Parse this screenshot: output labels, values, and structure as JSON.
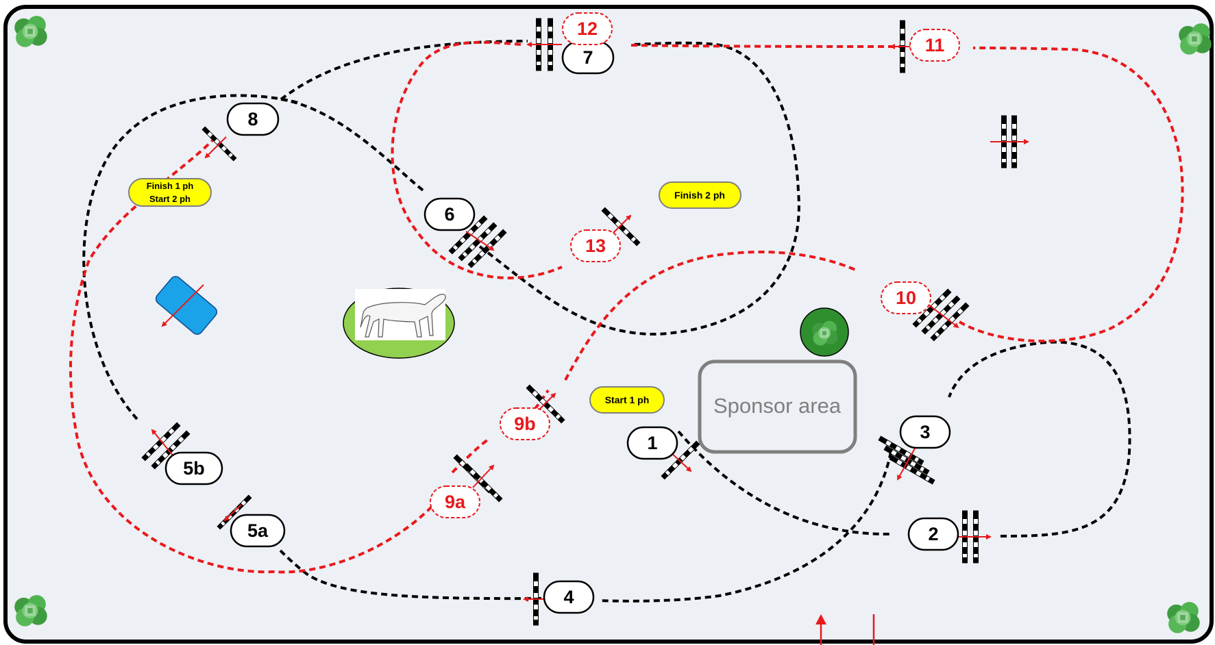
{
  "course": {
    "phase1_labels": [
      "1",
      "2",
      "3",
      "4",
      "5a",
      "5b",
      "6",
      "7",
      "8"
    ],
    "phase2_labels": [
      "9a",
      "9b",
      "10",
      "11",
      "12",
      "13"
    ],
    "yellow_tags": {
      "finish1_line1": "Finish 1 ph",
      "finish1_line2": "Start 2 ph",
      "finish2": "Finish 2 ph",
      "start1": "Start 1 ph"
    },
    "sponsor_area": "Sponsor area"
  },
  "colors": {
    "phase1_path": "#000000",
    "phase2_path": "#e8191b",
    "arena_bg": "#edf0f5",
    "yellow_tag": "#ffff00",
    "water_jump": "#1aa3e8",
    "grass": "#92d050",
    "tree": "#4aa64a"
  },
  "icons": [
    "tree-icon",
    "horse-icon",
    "water-jump-icon"
  ]
}
